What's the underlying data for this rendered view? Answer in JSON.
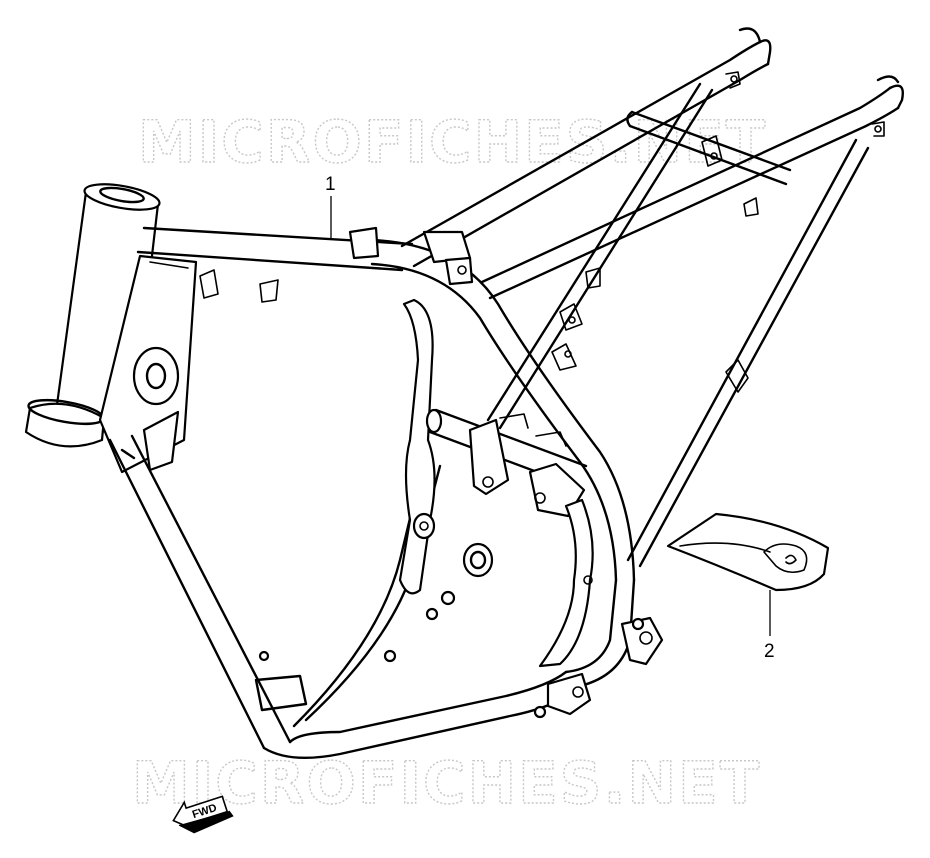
{
  "watermark": {
    "top": "MICROFICHES.NET",
    "bottom": "MICROFICHES.NET"
  },
  "callouts": {
    "frame": "1",
    "protector": "2"
  },
  "fwd_badge": {
    "label": "FWD",
    "icon": "arrow-left-icon"
  }
}
